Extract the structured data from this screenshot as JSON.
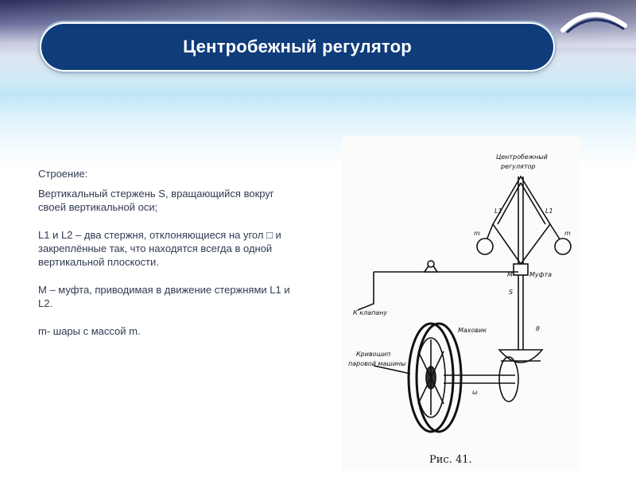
{
  "slide": {
    "title": "Центробежный регулятор",
    "heading": "Строение:",
    "paragraphs": [
      "Вертикальный стержень S, вращающийся вокруг своей вертикальной оси;",
      "L1 и L2 – два стержня, отклоняющиеся на угол □ и закреплённые так, что находятся всегда в одной вертикальной плоскости.",
      "М – муфта, приводимая в движение стержнями L1 и L2.",
      "m- шары с массой m."
    ]
  },
  "figure": {
    "labels": {
      "top": [
        "Центробежный",
        "регулятор"
      ],
      "l1": "L1",
      "l2": "L1",
      "m_left": "m",
      "m_right": "m",
      "M": "M",
      "mufta": "Муфта",
      "S": "S",
      "k_klapanu": "К клапану",
      "mahovik": "Маховик",
      "krivoshipy": [
        "Кривошип",
        "паровой машины"
      ],
      "theta": "θ",
      "omega": "ω"
    },
    "caption": "Рис. 41."
  },
  "colors": {
    "title_bar": "#0f3c7a",
    "title_text": "#ffffff",
    "body_text": "#2f3a52",
    "banner_dark": "#2b2e5a"
  }
}
